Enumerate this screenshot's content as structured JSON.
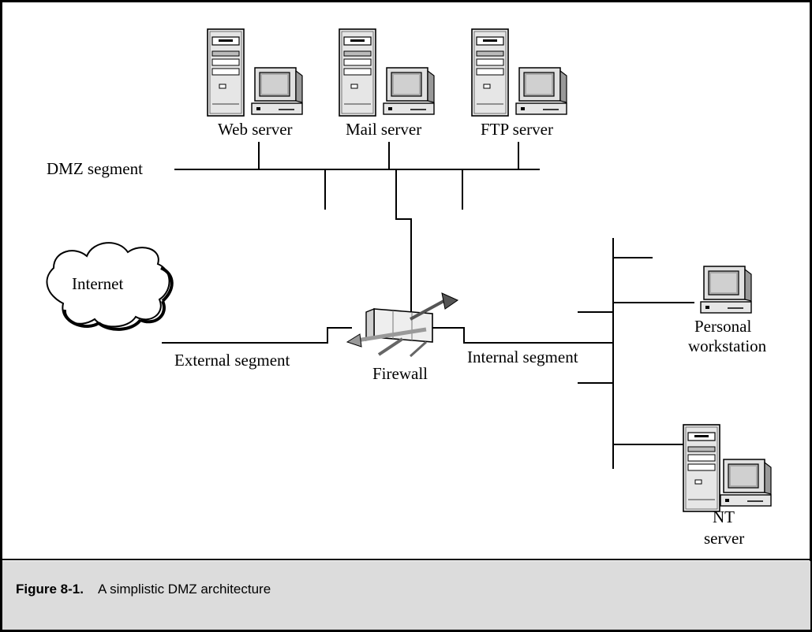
{
  "figure": {
    "number": "Figure 8-1.",
    "caption": "A simplistic DMZ architecture"
  },
  "diagram": {
    "servers": [
      {
        "label": "Web server"
      },
      {
        "label": "Mail server"
      },
      {
        "label": "FTP server"
      }
    ],
    "segments": {
      "dmz": "DMZ segment",
      "external": "External segment",
      "internal": "Internal segment"
    },
    "internet": "Internet",
    "firewall": "Firewall",
    "workstation": {
      "line1": "Personal",
      "line2": "workstation"
    },
    "nt_server": {
      "line1": "NT",
      "line2": "server"
    }
  }
}
